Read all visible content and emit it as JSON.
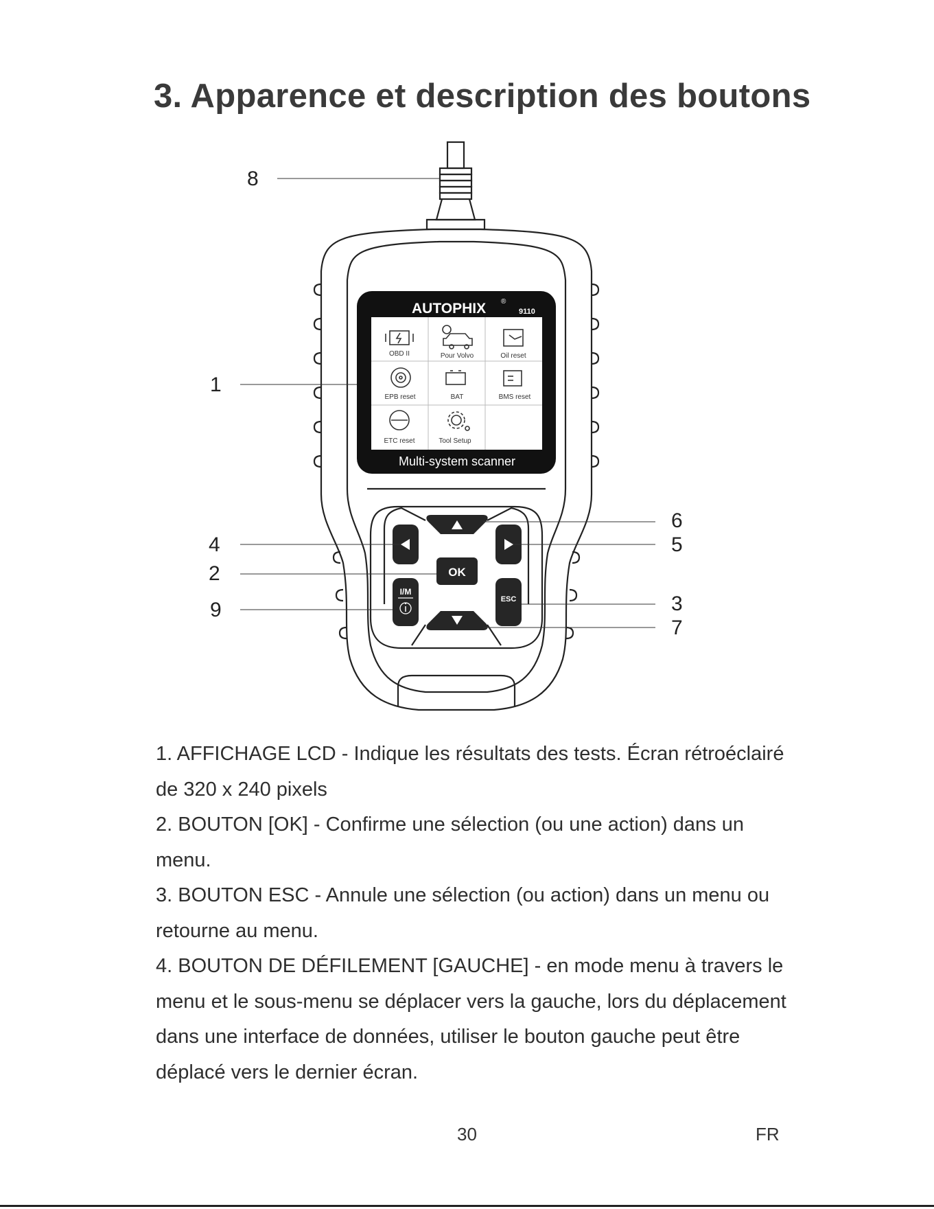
{
  "title": "3. Apparence et description des boutons",
  "device": {
    "brand": "AUTOPHIX",
    "brand_mark": "®",
    "model": "9110",
    "screen_footer": "Multi-system scanner",
    "menu": [
      {
        "label": "OBD II",
        "icon": "engine-icon"
      },
      {
        "label": "Pour Volvo",
        "icon": "car-icon"
      },
      {
        "label": "Oil reset",
        "icon": "oil-can-icon"
      },
      {
        "label": "EPB reset",
        "icon": "brake-disc-icon"
      },
      {
        "label": "BAT",
        "icon": "battery-icon"
      },
      {
        "label": "BMS reset",
        "icon": "bms-icon"
      },
      {
        "label": "ETC reset",
        "icon": "throttle-icon"
      },
      {
        "label": "Tool Setup",
        "icon": "gear-icon"
      }
    ],
    "keys": {
      "ok": "OK",
      "esc": "ESC",
      "im": "I/M"
    }
  },
  "callouts": [
    "8",
    "1",
    "4",
    "2",
    "9",
    "6",
    "5",
    "3",
    "7"
  ],
  "descriptions": [
    "1. AFFICHAGE LCD - Indique les résultats des tests. Écran rétroéclairé de 320 x 240 pixels",
    "2. BOUTON [OK] - Confirme une sélection (ou une action) dans un menu.",
    "3. BOUTON ESC - Annule une sélection (ou action) dans un menu ou retourne au menu.",
    "4. BOUTON DE DÉFILEMENT [GAUCHE] - en mode menu à travers le menu et le sous-menu se déplacer vers la gauche, lors du déplacement dans une interface de données, utiliser le bouton gauche peut être déplacé vers le dernier écran."
  ],
  "page_number": "30",
  "language": "FR"
}
